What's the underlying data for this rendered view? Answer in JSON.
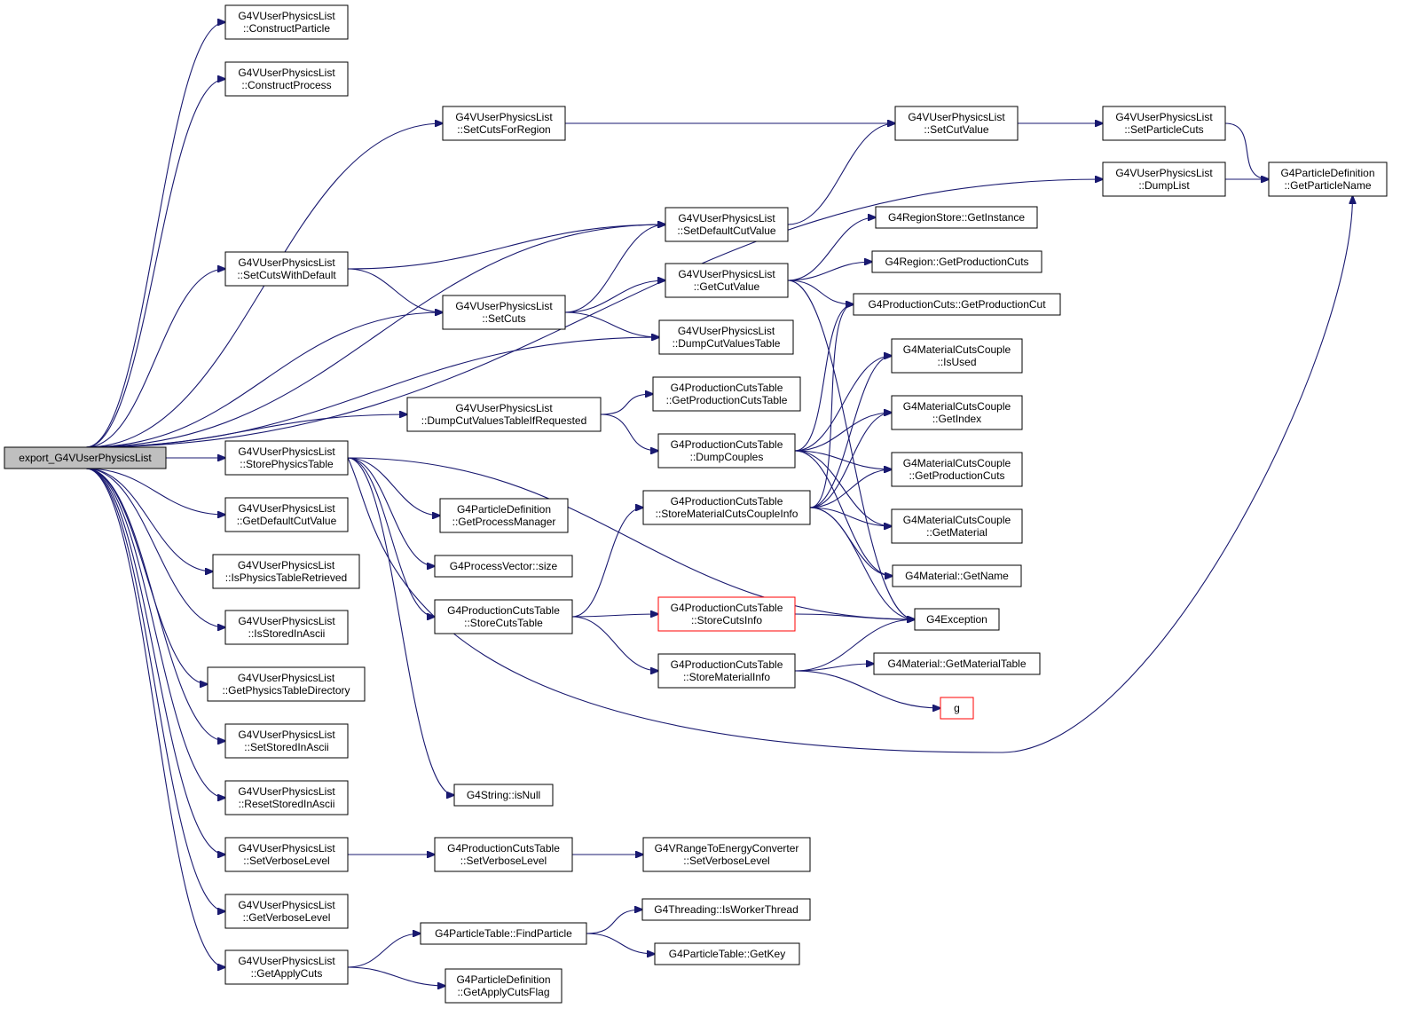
{
  "nodes": [
    {
      "id": "root",
      "lines": [
        "export_G4VUserPhysicsList"
      ],
      "root": true
    },
    {
      "id": "constructParticle",
      "lines": [
        "G4VUserPhysicsList",
        "::ConstructParticle"
      ]
    },
    {
      "id": "constructProcess",
      "lines": [
        "G4VUserPhysicsList",
        "::ConstructProcess"
      ]
    },
    {
      "id": "setCutsForRegion",
      "lines": [
        "G4VUserPhysicsList",
        "::SetCutsForRegion"
      ]
    },
    {
      "id": "setCutValue",
      "lines": [
        "G4VUserPhysicsList",
        "::SetCutValue"
      ]
    },
    {
      "id": "setParticleCuts",
      "lines": [
        "G4VUserPhysicsList",
        "::SetParticleCuts"
      ]
    },
    {
      "id": "dumpList",
      "lines": [
        "G4VUserPhysicsList",
        "::DumpList"
      ]
    },
    {
      "id": "getParticleName",
      "lines": [
        "G4ParticleDefinition",
        "::GetParticleName"
      ]
    },
    {
      "id": "setDefaultCutValue",
      "lines": [
        "G4VUserPhysicsList",
        "::SetDefaultCutValue"
      ]
    },
    {
      "id": "regionStoreGetInstance",
      "lines": [
        "G4RegionStore::GetInstance"
      ]
    },
    {
      "id": "setCutsWithDefault",
      "lines": [
        "G4VUserPhysicsList",
        "::SetCutsWithDefault"
      ]
    },
    {
      "id": "getCutValue",
      "lines": [
        "G4VUserPhysicsList",
        "::GetCutValue"
      ]
    },
    {
      "id": "regionGetProductionCuts",
      "lines": [
        "G4Region::GetProductionCuts"
      ]
    },
    {
      "id": "setCuts",
      "lines": [
        "G4VUserPhysicsList",
        "::SetCuts"
      ]
    },
    {
      "id": "productionCutsGetProductionCut",
      "lines": [
        "G4ProductionCuts::GetProductionCut"
      ]
    },
    {
      "id": "dumpCutValuesTable",
      "lines": [
        "G4VUserPhysicsList",
        "::DumpCutValuesTable"
      ]
    },
    {
      "id": "mccIsUsed",
      "lines": [
        "G4MaterialCutsCouple",
        "::IsUsed"
      ]
    },
    {
      "id": "dumpCutValuesTableIfRequested",
      "lines": [
        "G4VUserPhysicsList",
        "::DumpCutValuesTableIfRequested"
      ]
    },
    {
      "id": "pctGetProductionCutsTable",
      "lines": [
        "G4ProductionCutsTable",
        "::GetProductionCutsTable"
      ]
    },
    {
      "id": "mccGetIndex",
      "lines": [
        "G4MaterialCutsCouple",
        "::GetIndex"
      ]
    },
    {
      "id": "storePhysicsTable",
      "lines": [
        "G4VUserPhysicsList",
        "::StorePhysicsTable"
      ]
    },
    {
      "id": "pctDumpCouples",
      "lines": [
        "G4ProductionCutsTable",
        "::DumpCouples"
      ]
    },
    {
      "id": "mccGetProductionCuts",
      "lines": [
        "G4MaterialCutsCouple",
        "::GetProductionCuts"
      ]
    },
    {
      "id": "getDefaultCutValue",
      "lines": [
        "G4VUserPhysicsList",
        "::GetDefaultCutValue"
      ]
    },
    {
      "id": "pdGetProcessManager",
      "lines": [
        "G4ParticleDefinition",
        "::GetProcessManager"
      ]
    },
    {
      "id": "pctStoreMaterialCutsCoupleInfo",
      "lines": [
        "G4ProductionCutsTable",
        "::StoreMaterialCutsCoupleInfo"
      ]
    },
    {
      "id": "mccGetMaterial",
      "lines": [
        "G4MaterialCutsCouple",
        "::GetMaterial"
      ]
    },
    {
      "id": "isPhysicsTableRetrieved",
      "lines": [
        "G4VUserPhysicsList",
        "::IsPhysicsTableRetrieved"
      ]
    },
    {
      "id": "processVectorSize",
      "lines": [
        "G4ProcessVector::size"
      ]
    },
    {
      "id": "materialGetName",
      "lines": [
        "G4Material::GetName"
      ]
    },
    {
      "id": "isStoredInAscii",
      "lines": [
        "G4VUserPhysicsList",
        "::IsStoredInAscii"
      ]
    },
    {
      "id": "pctStoreCutsTable",
      "lines": [
        "G4ProductionCutsTable",
        "::StoreCutsTable"
      ]
    },
    {
      "id": "pctStoreCutsInfo",
      "lines": [
        "G4ProductionCutsTable",
        "::StoreCutsInfo"
      ],
      "red": true
    },
    {
      "id": "g4Exception",
      "lines": [
        "G4Exception"
      ]
    },
    {
      "id": "getPhysicsTableDirectory",
      "lines": [
        "G4VUserPhysicsList",
        "::GetPhysicsTableDirectory"
      ]
    },
    {
      "id": "pctStoreMaterialInfo",
      "lines": [
        "G4ProductionCutsTable",
        "::StoreMaterialInfo"
      ]
    },
    {
      "id": "materialGetMaterialTable",
      "lines": [
        "G4Material::GetMaterialTable"
      ]
    },
    {
      "id": "g",
      "lines": [
        "g"
      ],
      "red": true
    },
    {
      "id": "setStoredInAscii",
      "lines": [
        "G4VUserPhysicsList",
        "::SetStoredInAscii"
      ]
    },
    {
      "id": "resetStoredInAscii",
      "lines": [
        "G4VUserPhysicsList",
        "::ResetStoredInAscii"
      ]
    },
    {
      "id": "stringIsNull",
      "lines": [
        "G4String::isNull"
      ]
    },
    {
      "id": "setVerboseLevel",
      "lines": [
        "G4VUserPhysicsList",
        "::SetVerboseLevel"
      ]
    },
    {
      "id": "pctSetVerboseLevel",
      "lines": [
        "G4ProductionCutsTable",
        "::SetVerboseLevel"
      ]
    },
    {
      "id": "rtecSetVerboseLevel",
      "lines": [
        "G4VRangeToEnergyConverter",
        "::SetVerboseLevel"
      ]
    },
    {
      "id": "getVerboseLevel",
      "lines": [
        "G4VUserPhysicsList",
        "::GetVerboseLevel"
      ]
    },
    {
      "id": "threadingIsWorkerThread",
      "lines": [
        "G4Threading::IsWorkerThread"
      ]
    },
    {
      "id": "particleTableFindParticle",
      "lines": [
        "G4ParticleTable::FindParticle"
      ]
    },
    {
      "id": "getApplyCuts",
      "lines": [
        "G4VUserPhysicsList",
        "::GetApplyCuts"
      ]
    },
    {
      "id": "particleTableGetKey",
      "lines": [
        "G4ParticleTable::GetKey"
      ]
    },
    {
      "id": "pdGetApplyCutsFlag",
      "lines": [
        "G4ParticleDefinition",
        "::GetApplyCutsFlag"
      ]
    }
  ],
  "edges": [
    [
      "root",
      "constructParticle"
    ],
    [
      "root",
      "constructProcess"
    ],
    [
      "root",
      "setCutsForRegion"
    ],
    [
      "root",
      "dumpList"
    ],
    [
      "root",
      "setDefaultCutValue"
    ],
    [
      "root",
      "setCutsWithDefault"
    ],
    [
      "root",
      "setCuts"
    ],
    [
      "root",
      "dumpCutValuesTable"
    ],
    [
      "root",
      "dumpCutValuesTableIfRequested"
    ],
    [
      "root",
      "storePhysicsTable"
    ],
    [
      "root",
      "getDefaultCutValue"
    ],
    [
      "root",
      "isPhysicsTableRetrieved"
    ],
    [
      "root",
      "isStoredInAscii"
    ],
    [
      "root",
      "getPhysicsTableDirectory"
    ],
    [
      "root",
      "setStoredInAscii"
    ],
    [
      "root",
      "resetStoredInAscii"
    ],
    [
      "root",
      "setVerboseLevel"
    ],
    [
      "root",
      "getVerboseLevel"
    ],
    [
      "root",
      "getApplyCuts"
    ],
    [
      "setCutsForRegion",
      "setCutValue"
    ],
    [
      "setCutValue",
      "setParticleCuts"
    ],
    [
      "setParticleCuts",
      "getParticleName"
    ],
    [
      "dumpList",
      "getParticleName"
    ],
    [
      "setDefaultCutValue",
      "setCutValue"
    ],
    [
      "setCutsWithDefault",
      "setDefaultCutValue"
    ],
    [
      "setCutsWithDefault",
      "setCuts"
    ],
    [
      "setCuts",
      "setDefaultCutValue"
    ],
    [
      "setCuts",
      "getCutValue"
    ],
    [
      "setCuts",
      "dumpCutValuesTable"
    ],
    [
      "getCutValue",
      "regionStoreGetInstance"
    ],
    [
      "getCutValue",
      "regionGetProductionCuts"
    ],
    [
      "getCutValue",
      "productionCutsGetProductionCut"
    ],
    [
      "getCutValue",
      "g4Exception"
    ],
    [
      "dumpCutValuesTableIfRequested",
      "pctGetProductionCutsTable"
    ],
    [
      "dumpCutValuesTableIfRequested",
      "pctDumpCouples"
    ],
    [
      "pctDumpCouples",
      "productionCutsGetProductionCut"
    ],
    [
      "pctDumpCouples",
      "mccIsUsed"
    ],
    [
      "pctDumpCouples",
      "mccGetIndex"
    ],
    [
      "pctDumpCouples",
      "mccGetProductionCuts"
    ],
    [
      "pctDumpCouples",
      "mccGetMaterial"
    ],
    [
      "pctDumpCouples",
      "materialGetName"
    ],
    [
      "storePhysicsTable",
      "pdGetProcessManager"
    ],
    [
      "storePhysicsTable",
      "processVectorSize"
    ],
    [
      "storePhysicsTable",
      "pctStoreCutsTable"
    ],
    [
      "storePhysicsTable",
      "g4Exception"
    ],
    [
      "storePhysicsTable",
      "stringIsNull"
    ],
    [
      "storePhysicsTable",
      "getParticleName"
    ],
    [
      "pctStoreCutsTable",
      "pctStoreMaterialCutsCoupleInfo"
    ],
    [
      "pctStoreCutsTable",
      "pctStoreCutsInfo"
    ],
    [
      "pctStoreCutsTable",
      "pctStoreMaterialInfo"
    ],
    [
      "pctStoreMaterialCutsCoupleInfo",
      "productionCutsGetProductionCut"
    ],
    [
      "pctStoreMaterialCutsCoupleInfo",
      "mccIsUsed"
    ],
    [
      "pctStoreMaterialCutsCoupleInfo",
      "mccGetIndex"
    ],
    [
      "pctStoreMaterialCutsCoupleInfo",
      "mccGetProductionCuts"
    ],
    [
      "pctStoreMaterialCutsCoupleInfo",
      "mccGetMaterial"
    ],
    [
      "pctStoreMaterialCutsCoupleInfo",
      "materialGetName"
    ],
    [
      "pctStoreMaterialCutsCoupleInfo",
      "g4Exception"
    ],
    [
      "pctStoreCutsInfo",
      "g4Exception"
    ],
    [
      "pctStoreMaterialInfo",
      "g4Exception"
    ],
    [
      "pctStoreMaterialInfo",
      "materialGetMaterialTable"
    ],
    [
      "pctStoreMaterialInfo",
      "g"
    ],
    [
      "setVerboseLevel",
      "pctSetVerboseLevel"
    ],
    [
      "pctSetVerboseLevel",
      "rtecSetVerboseLevel"
    ],
    [
      "getApplyCuts",
      "particleTableFindParticle"
    ],
    [
      "getApplyCuts",
      "pdGetApplyCutsFlag"
    ],
    [
      "particleTableFindParticle",
      "threadingIsWorkerThread"
    ],
    [
      "particleTableFindParticle",
      "particleTableGetKey"
    ]
  ]
}
